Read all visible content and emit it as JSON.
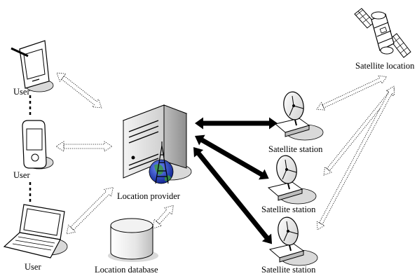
{
  "labels": {
    "user_top": "User",
    "user_mid": "User",
    "user_bottom": "User",
    "location_provider": "Location provider",
    "location_database": "Location database",
    "satellite_station_1": "Satellite station",
    "satellite_station_2": "Satellite station",
    "satellite_station_3": "Satellite station",
    "satellite_location": "Satellite location"
  },
  "colors": {
    "stroke": "#000000",
    "device_fill": "#ffffff",
    "shadow": "#d9d9d9",
    "tower_blue": "#1f3fa8"
  }
}
